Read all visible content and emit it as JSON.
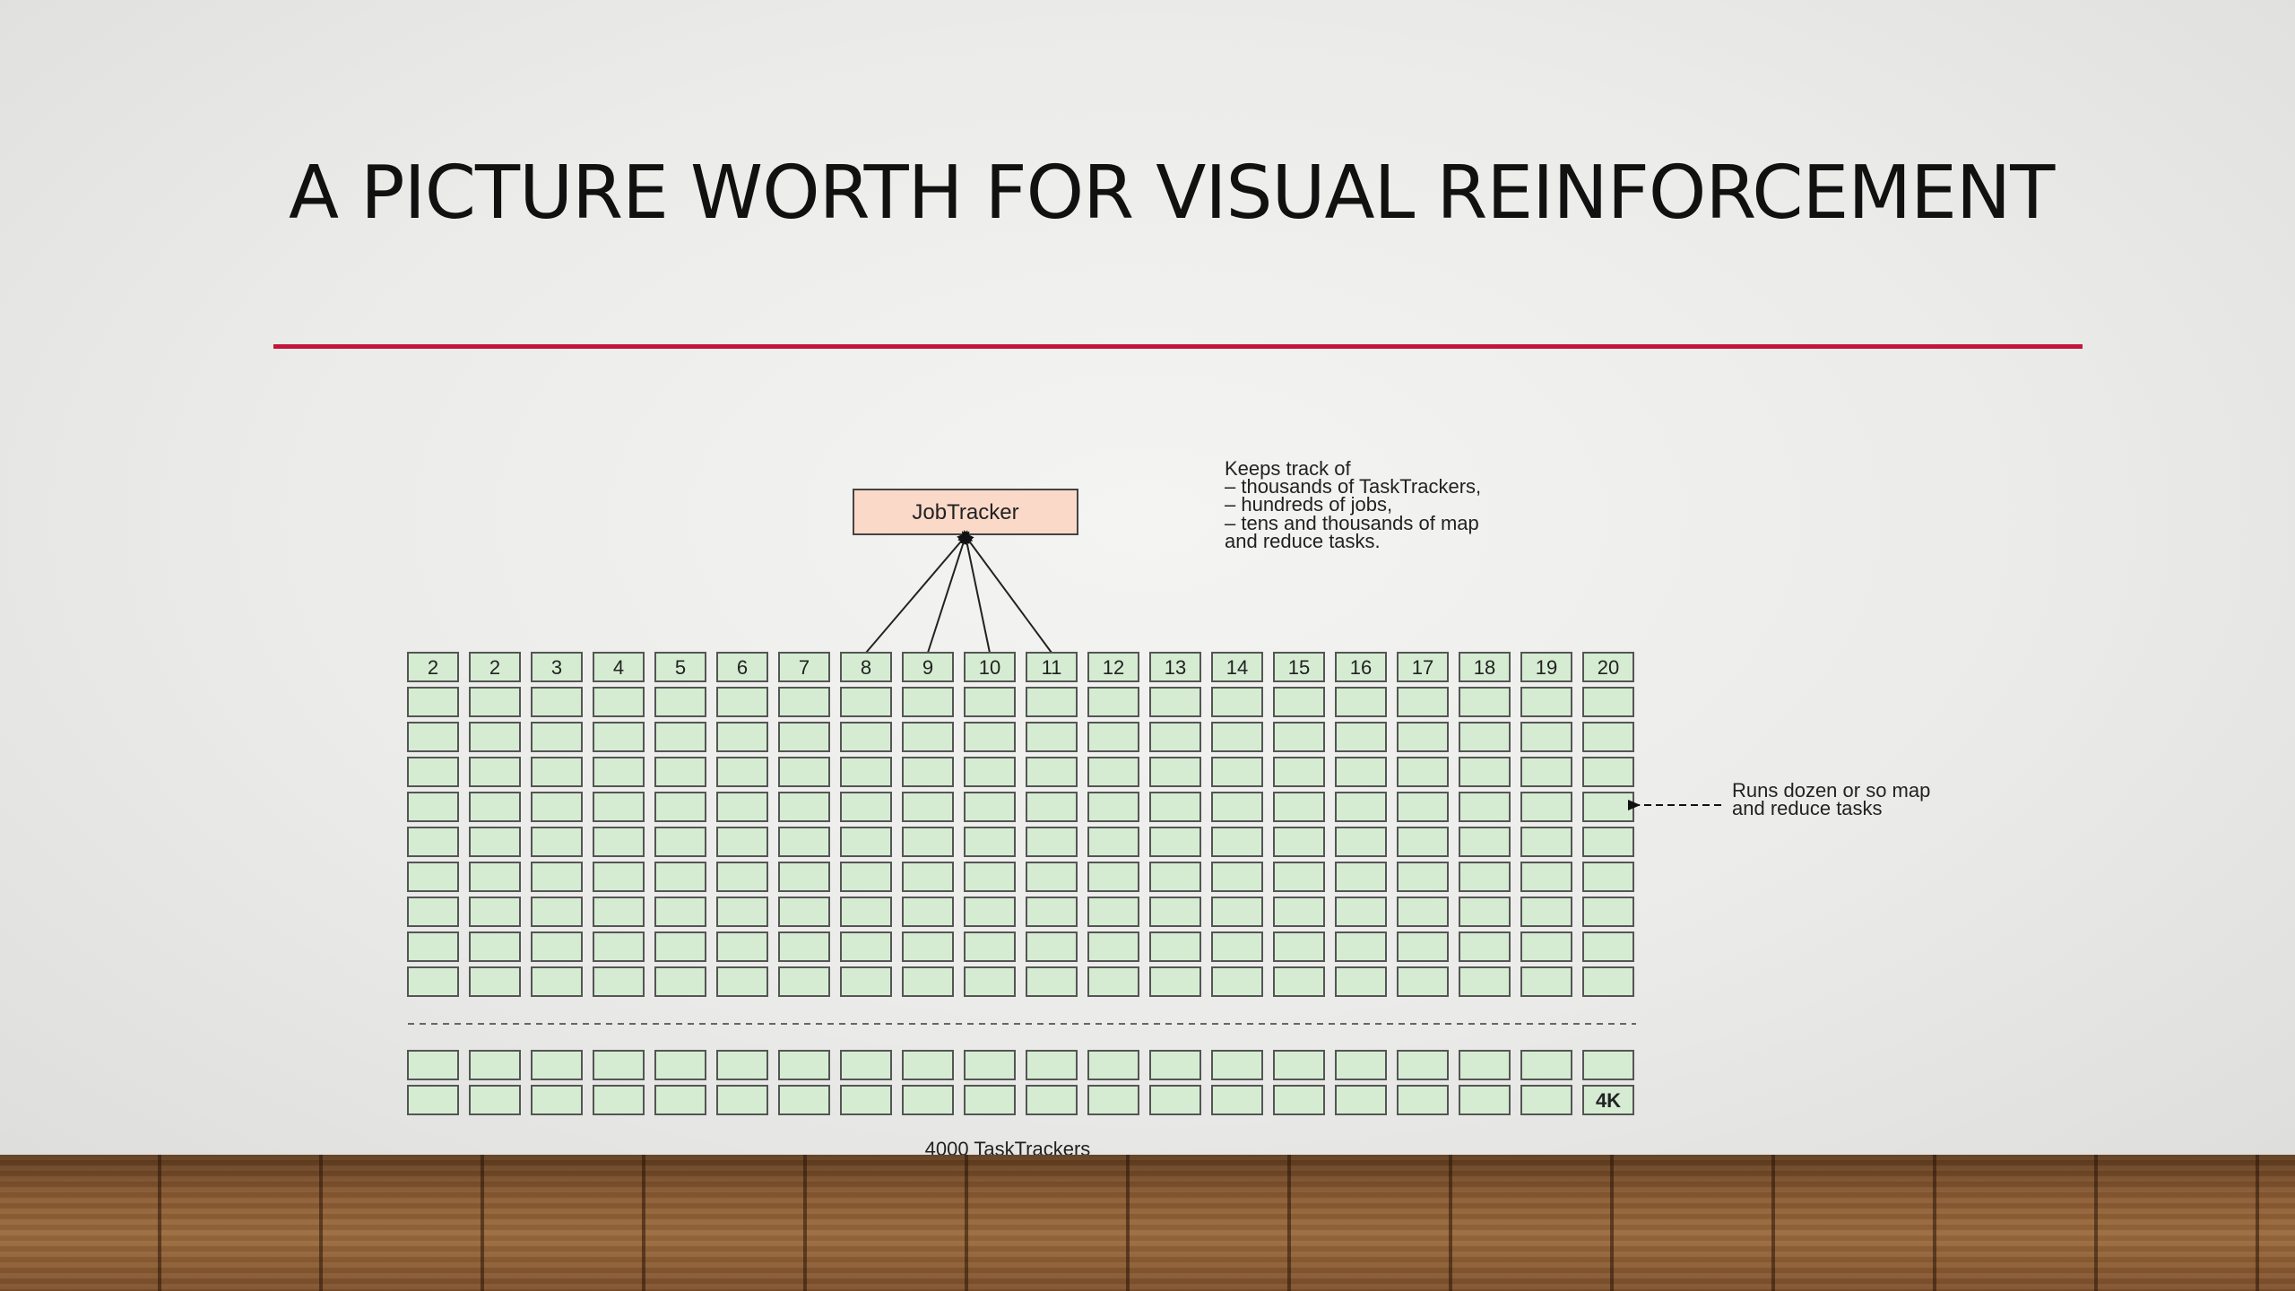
{
  "slide": {
    "title": "A PICTURE WORTH FOR VISUAL REINFORCEMENT"
  },
  "diagram": {
    "jobtracker_label": "JobTracker",
    "keeps_track_note": [
      "Keeps track of",
      "– thousands of TaskTrackers,",
      "– hundreds of jobs,",
      "– tens and thousands of map",
      "and reduce tasks."
    ],
    "runs_note": [
      "Runs dozen or so map",
      "and reduce tasks"
    ],
    "column_headers": [
      "2",
      "2",
      "3",
      "4",
      "5",
      "6",
      "7",
      "8",
      "9",
      "10",
      "11",
      "12",
      "13",
      "14",
      "15",
      "16",
      "17",
      "18",
      "19",
      "20"
    ],
    "last_cell_label": "4K",
    "footer_label": "4000 TaskTrackers",
    "colors": {
      "cell_fill": "#d5ecd2",
      "cell_stroke": "#555555",
      "jobtracker_fill": "#fbd9c9",
      "accent_rule": "#c5133a"
    }
  }
}
